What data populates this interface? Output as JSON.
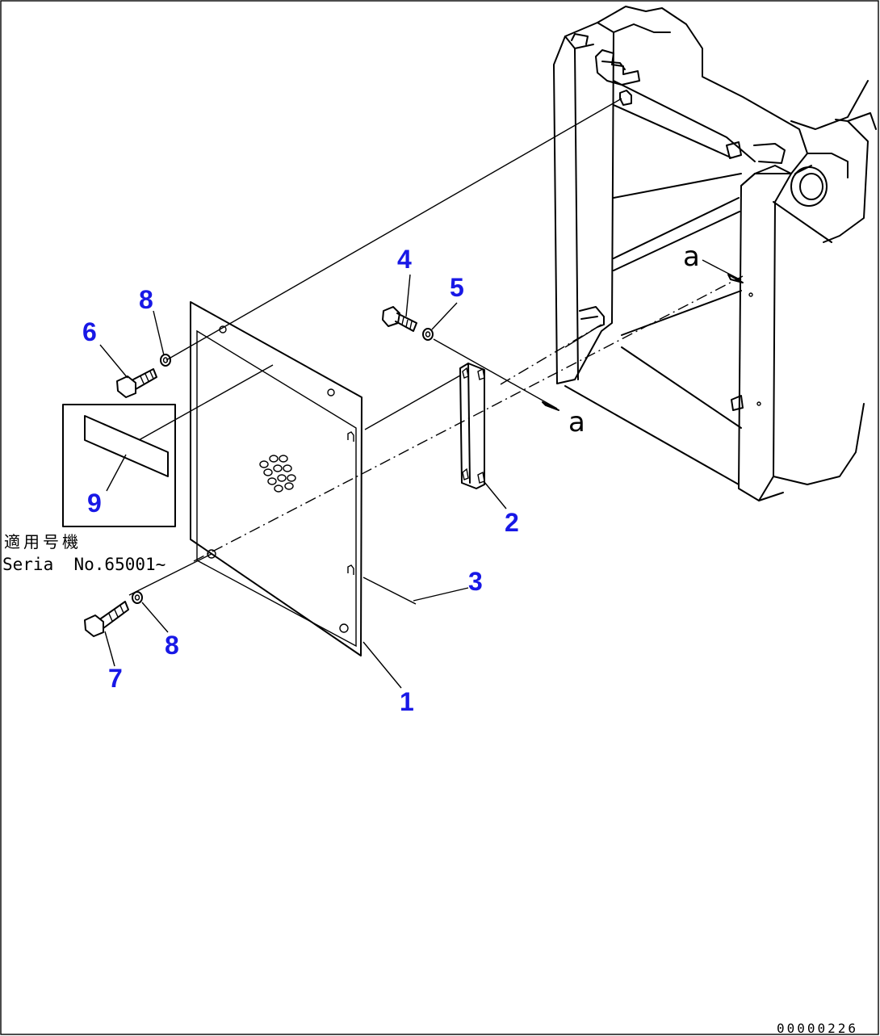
{
  "callouts": [
    {
      "id": "c1",
      "label": "1"
    },
    {
      "id": "c2",
      "label": "2"
    },
    {
      "id": "c3",
      "label": "3"
    },
    {
      "id": "c4",
      "label": "4"
    },
    {
      "id": "c5",
      "label": "5"
    },
    {
      "id": "c6",
      "label": "6"
    },
    {
      "id": "c7",
      "label": "7"
    },
    {
      "id": "c8a",
      "label": "8"
    },
    {
      "id": "c8b",
      "label": "8"
    },
    {
      "id": "c9",
      "label": "9"
    }
  ],
  "reference_marks": {
    "a_upper": "a",
    "a_lower": "a"
  },
  "applicability": {
    "line1": "適用号機",
    "line2": "Seria  No.65001~"
  },
  "drawing_number": "00000226",
  "colors": {
    "callout": "#1818e6",
    "line": "#000000",
    "background": "#ffffff"
  }
}
